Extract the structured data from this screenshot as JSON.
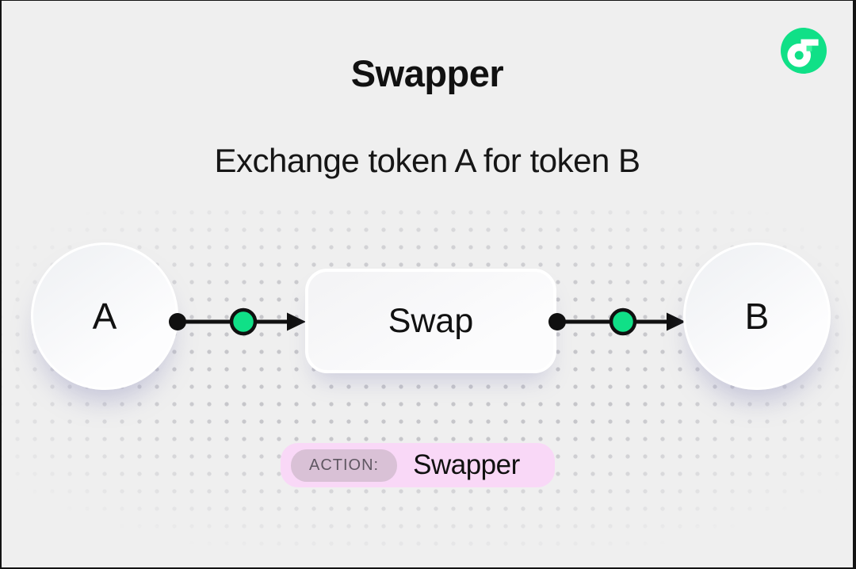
{
  "header": {
    "title": "Swapper",
    "subtitle": "Exchange token A for token B"
  },
  "diagram": {
    "token_a": "A",
    "token_b": "B",
    "swap_label": "Swap"
  },
  "badge": {
    "label": "ACTION:",
    "value": "Swapper"
  },
  "icons": {
    "logo": "flow-logo-icon"
  },
  "colors": {
    "background": "#efefef",
    "ink": "#111111",
    "green": "#10e087",
    "green-light": "#41f2a0",
    "pink": "#f9d8f7",
    "mauve": "#d9c1d6",
    "mauve-ink": "#5f5762"
  }
}
